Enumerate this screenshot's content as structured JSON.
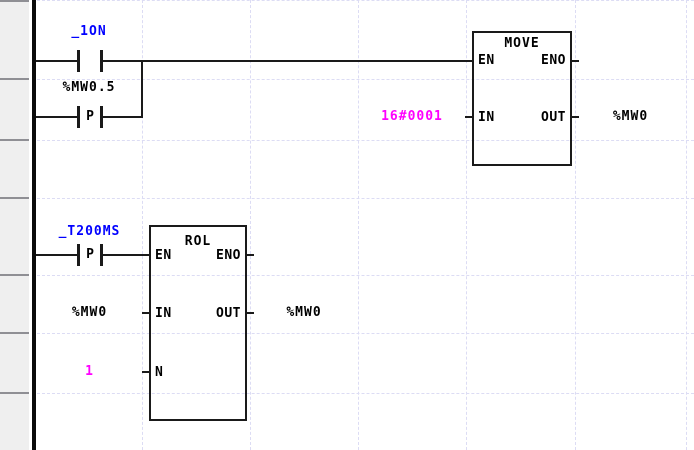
{
  "colors": {
    "contact_label_blue": "#0000ff",
    "literal_magenta": "#ff00ff",
    "operand_black": "#000000",
    "wire": "#1a1a1a",
    "grid_dash": "#dcdcf4",
    "gutter_bg": "#efefef",
    "gutter_line": "#8f8f94"
  },
  "rung1": {
    "contact_no_label": "_1ON",
    "contact_p_label": "%MW0.5",
    "contact_p_symbol": "P",
    "block": {
      "title": "MOVE",
      "pin_en": "EN",
      "pin_eno": "ENO",
      "pin_in": "IN",
      "pin_out": "OUT"
    },
    "in_value": "16#0001",
    "out_operand": "%MW0"
  },
  "rung2": {
    "contact_p_label": "_T200MS",
    "contact_p_symbol": "P",
    "block": {
      "title": "ROL",
      "pin_en": "EN",
      "pin_eno": "ENO",
      "pin_in": "IN",
      "pin_out": "OUT",
      "pin_n": "N"
    },
    "in_operand": "%MW0",
    "n_value": "1",
    "out_operand": "%MW0"
  }
}
